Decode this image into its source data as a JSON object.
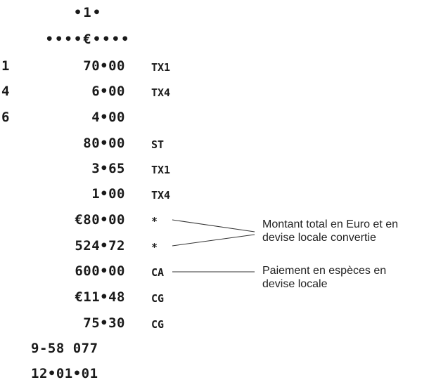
{
  "header": {
    "register_no": "•1•",
    "currency_line": "••••€••••"
  },
  "rows": [
    {
      "qty": "1",
      "amount": "70•00",
      "code": "TX1"
    },
    {
      "qty": "4",
      "amount": "6•00",
      "code": "TX4"
    },
    {
      "qty": "6",
      "amount": "4•00",
      "code": ""
    },
    {
      "qty": "",
      "amount": "80•00",
      "code": "ST"
    },
    {
      "qty": "",
      "amount": "3•65",
      "code": "TX1"
    },
    {
      "qty": "",
      "amount": "1•00",
      "code": "TX4"
    },
    {
      "qty": "",
      "amount": "€80•00",
      "code": "*"
    },
    {
      "qty": "",
      "amount": "524•72",
      "code": "*"
    },
    {
      "qty": "",
      "amount": "600•00",
      "code": "CA"
    },
    {
      "qty": "",
      "amount": "€11•48",
      "code": "CG"
    },
    {
      "qty": "",
      "amount": "75•30",
      "code": "CG"
    }
  ],
  "footer": {
    "consecutive": "9-58 077",
    "date": "12•01•01"
  },
  "annotations": {
    "total": "Montant total en Euro et en\ndevise locale convertie",
    "payment": "Paiement en espèces en\ndevise locale"
  }
}
